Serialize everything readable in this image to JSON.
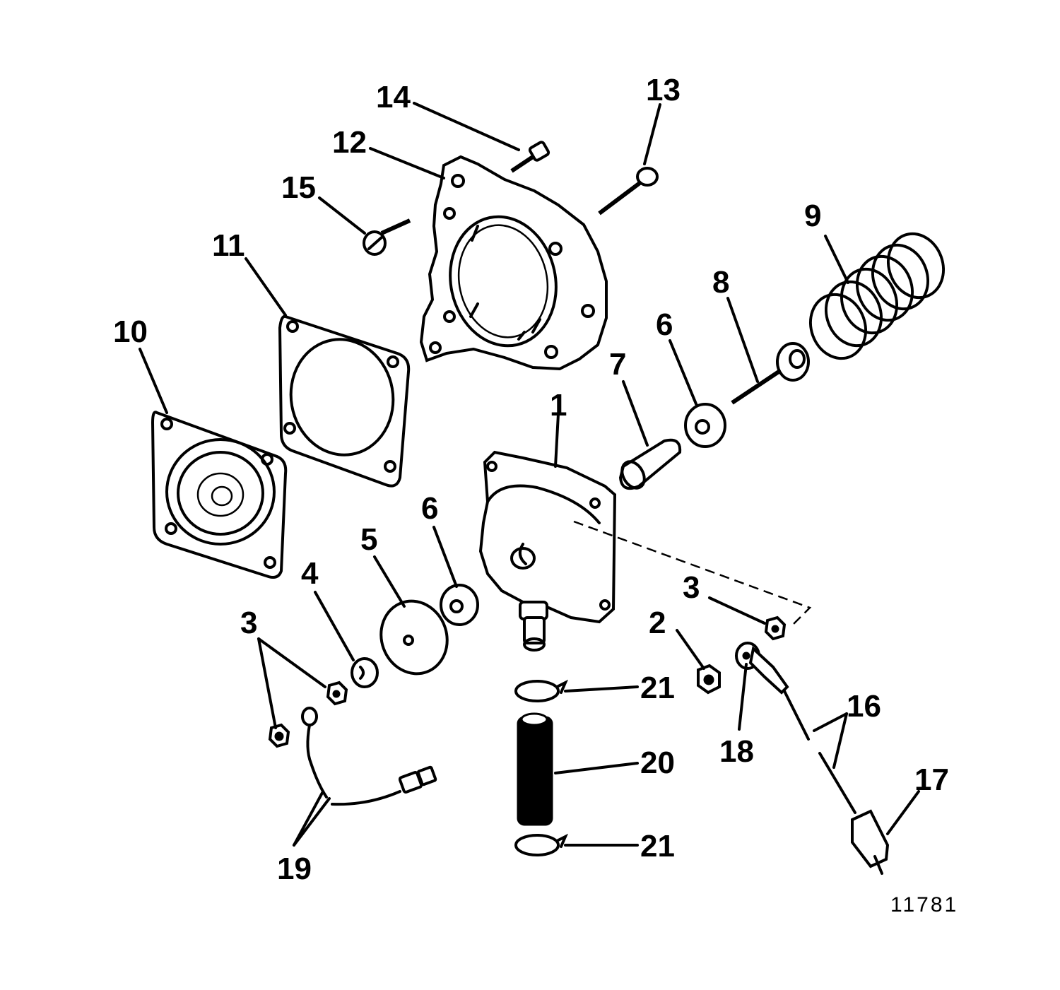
{
  "diagram": {
    "callouts": {
      "c1": "1",
      "c2": "2",
      "c3a": "3",
      "c3b": "3",
      "c4": "4",
      "c5": "5",
      "c6a": "6",
      "c6b": "6",
      "c7": "7",
      "c8": "8",
      "c9": "9",
      "c10": "10",
      "c11": "11",
      "c12": "12",
      "c13": "13",
      "c14": "14",
      "c15": "15",
      "c16": "16",
      "c17": "17",
      "c18": "18",
      "c19": "19",
      "c20": "20",
      "c21a": "21",
      "c21b": "21"
    },
    "figure_number": "11781"
  }
}
